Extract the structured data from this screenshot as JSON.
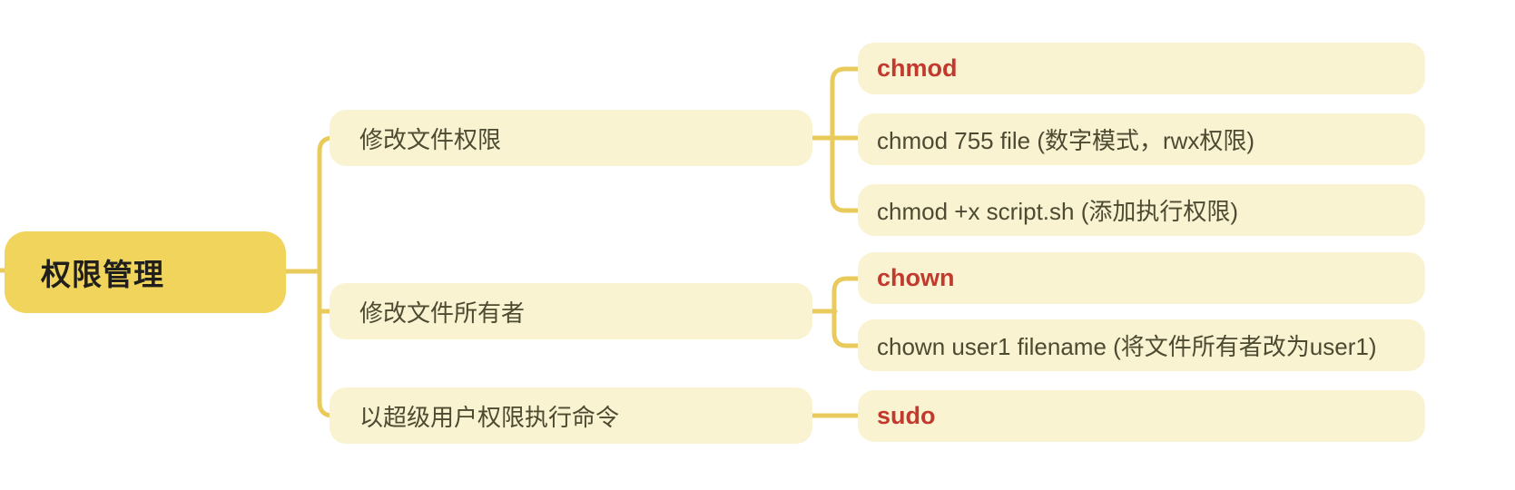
{
  "mindmap": {
    "root": {
      "label": "权限管理"
    },
    "branches": [
      {
        "label": "修改文件权限",
        "children": [
          {
            "label": "chmod",
            "style": "command"
          },
          {
            "label": "chmod 755 file (数字模式，rwx权限)",
            "style": "plain"
          },
          {
            "label": "chmod +x script.sh (添加执行权限)",
            "style": "plain"
          }
        ]
      },
      {
        "label": "修改文件所有者",
        "children": [
          {
            "label": "chown",
            "style": "command"
          },
          {
            "label": "chown user1 filename (将文件所有者改为user1)",
            "style": "plain"
          }
        ]
      },
      {
        "label": "以超级用户权限执行命令",
        "children": [
          {
            "label": "sudo",
            "style": "command"
          }
        ]
      }
    ]
  },
  "colors": {
    "root_node_fill": "#f0d45c",
    "child_node_fill": "#faf3d2",
    "connector": "#e9cb5d",
    "command_text": "#c2392e",
    "body_text": "#4c4a31",
    "root_text": "#201f1b",
    "background": "#ffffff"
  }
}
